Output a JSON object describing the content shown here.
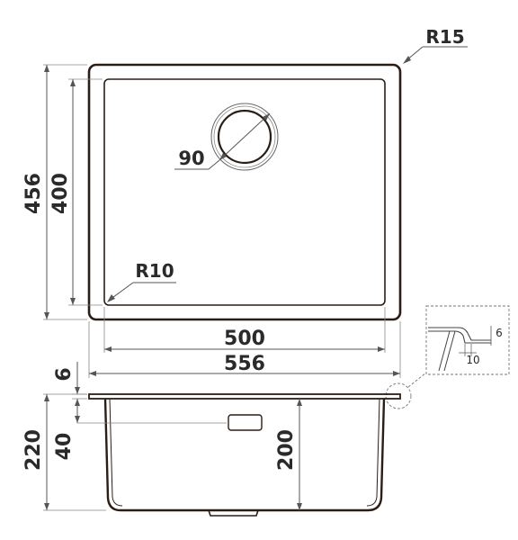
{
  "colors": {
    "outline": "#2b1d16",
    "dimension": "#555555",
    "text": "#2a2a2a",
    "background": "#ffffff"
  },
  "top_view": {
    "corner_radius_outer": "R15",
    "corner_radius_inner": "R10",
    "drain_diameter": "90",
    "outer_depth": "456",
    "inner_depth": "400",
    "inner_width": "500",
    "outer_width": "556"
  },
  "side_view": {
    "rim_thickness": "6",
    "total_height": "220",
    "overflow_height": "40",
    "bowl_depth": "200"
  },
  "detail": {
    "height": "6",
    "width": "10"
  }
}
